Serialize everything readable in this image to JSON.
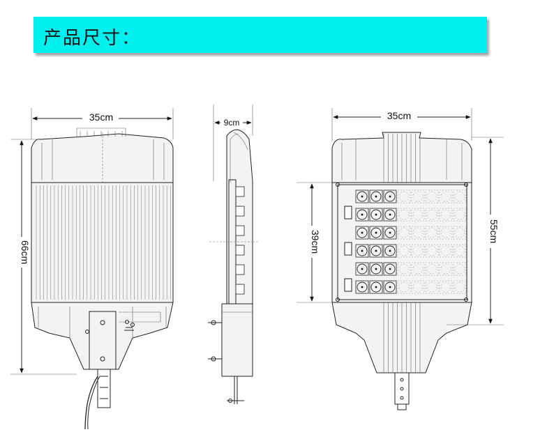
{
  "title": "产品尺寸：",
  "colors": {
    "banner": "#00f0f0",
    "line": "#222222"
  },
  "views": {
    "front": {
      "width_label": "35cm",
      "height_label": "66cm"
    },
    "side": {
      "depth_label": "9cm"
    },
    "back": {
      "width_label": "35cm",
      "module_height_label": "39cm",
      "height_label": "55cm"
    }
  }
}
